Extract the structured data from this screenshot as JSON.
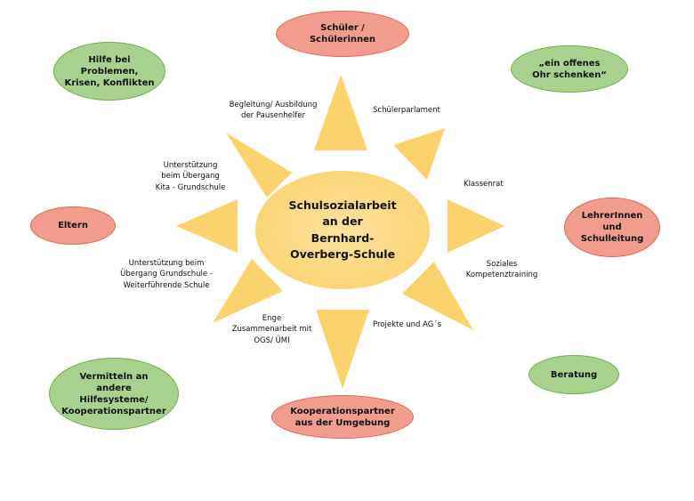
{
  "title": "Schulsozialarbeit an der Bernhard-Overberg-Schule",
  "colors": {
    "sun_fill": "#FBD26E",
    "sun_center_light": "#FDE3A0",
    "node_green_fill": "#A9D18E",
    "node_green_border": "#70AD47",
    "node_salmon_fill": "#F19C8C",
    "node_salmon_border": "#DE6B52"
  },
  "center": {
    "label": "Schulsozialarbeit\nan der\nBernhard-\nOverberg-Schule"
  },
  "nodes": {
    "students": {
      "label": "Schüler /\nSchülerinnen",
      "color": "salmon"
    },
    "help_problems": {
      "label": "Hilfe bei\nProblemen,\nKrisen, Konflikten",
      "color": "green"
    },
    "open_ear": {
      "label": "„ein offenes\nOhr schenken“",
      "color": "green"
    },
    "parents": {
      "label": "Eltern",
      "color": "salmon"
    },
    "teachers": {
      "label": "LehrerInnen\nund\nSchulleitung",
      "color": "salmon"
    },
    "referral": {
      "label": "Vermitteln an\nandere\nHilfesysteme/\nKooperationspartner",
      "color": "green"
    },
    "counseling": {
      "label": "Beratung",
      "color": "green"
    },
    "partners": {
      "label": "Kooperationspartner\naus der Umgebung",
      "color": "salmon"
    }
  },
  "rays": {
    "pausenhelfer": {
      "label": "Begleitung/ Ausbildung\nder Pausenhelfer"
    },
    "schuelerparlament": {
      "label": "Schülerparlament"
    },
    "klassenrat": {
      "label": "Klassenrat"
    },
    "kompetenztraining": {
      "label": "Soziales\nKompetenztraining"
    },
    "projekte": {
      "label": "Projekte und AG´s"
    },
    "ogs": {
      "label": "Enge\nZusammenarbeit mit\nOGS/ ÜMI"
    },
    "uebergang_weiterfuehrend": {
      "label": "Unterstützung beim\nÜbergang Grundschule -\nWeiterführende Schule"
    },
    "uebergang_kita": {
      "label": "Unterstützung\nbeim Übergang\nKita - Grundschule"
    }
  }
}
